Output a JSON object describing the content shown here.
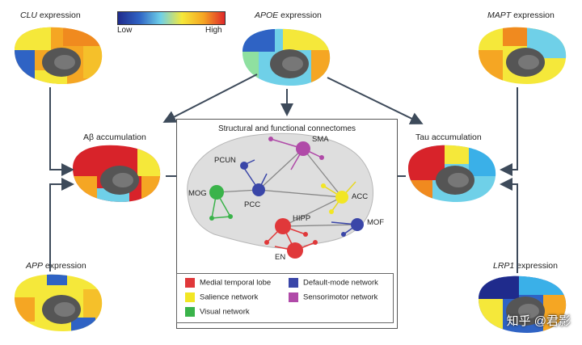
{
  "colorbar": {
    "low_label": "Low",
    "high_label": "High",
    "gradient": [
      "#1f2b8c",
      "#2f63c4",
      "#6fd0e8",
      "#f5e83a",
      "#f5a623",
      "#e0282a"
    ]
  },
  "expressions": {
    "clu": {
      "gene": "CLU",
      "suffix": " expression"
    },
    "apoe": {
      "gene": "APOE",
      "suffix": " expression"
    },
    "mapt": {
      "gene": "MAPT",
      "suffix": " expression"
    },
    "app": {
      "gene": "APP",
      "suffix": " expression"
    },
    "lrp1": {
      "gene": "LRP1",
      "suffix": " expression"
    }
  },
  "accumulation": {
    "abeta": "Aβ accumulation",
    "tau": "Tau accumulation"
  },
  "connectome": {
    "title": "Structural and functional connectomes",
    "nodes": {
      "sma": "SMA",
      "pcun": "PCUN",
      "mog": "MOG",
      "pcc": "PCC",
      "acc": "ACC",
      "hipp": "HIPP",
      "mof": "MOF",
      "en": "EN"
    }
  },
  "legend": [
    {
      "label": "Medial temporal lobe",
      "color": "#e0383a"
    },
    {
      "label": "Default-mode network",
      "color": "#3a46a8"
    },
    {
      "label": "Salience network",
      "color": "#f2e624"
    },
    {
      "label": "Sensorimotor network",
      "color": "#b04aa8"
    },
    {
      "label": "Visual network",
      "color": "#3ab34a"
    }
  ],
  "watermark": "知乎 @君影"
}
